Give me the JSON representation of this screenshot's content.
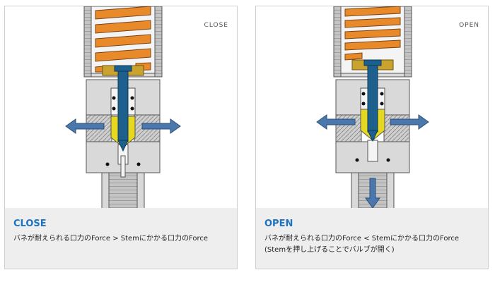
{
  "colors": {
    "body_gray": "#d7d7d7",
    "body_stroke": "#555555",
    "thread_gray": "#b5b5b5",
    "spring": "#e98a2a",
    "stem_blue": "#1d5f8d",
    "arrow_blue": "#4a78ad",
    "seal_yellow": "#e6d820",
    "brass": "#c9a32e",
    "caption_bg": "#eeeeee",
    "title_blue": "#1e73be"
  },
  "panels": [
    {
      "state_label": "CLOSE",
      "caption_title": "CLOSE",
      "caption_lines": [
        "バネが耐えられる口力のForce > Stemにかかる口力のForce"
      ]
    },
    {
      "state_label": "OPEN",
      "caption_title": "OPEN",
      "caption_lines": [
        "バネが耐えられる口力のForce < Stemにかかる口力のForce",
        "(Stemを押し上げることでバルブが開く)"
      ]
    }
  ]
}
